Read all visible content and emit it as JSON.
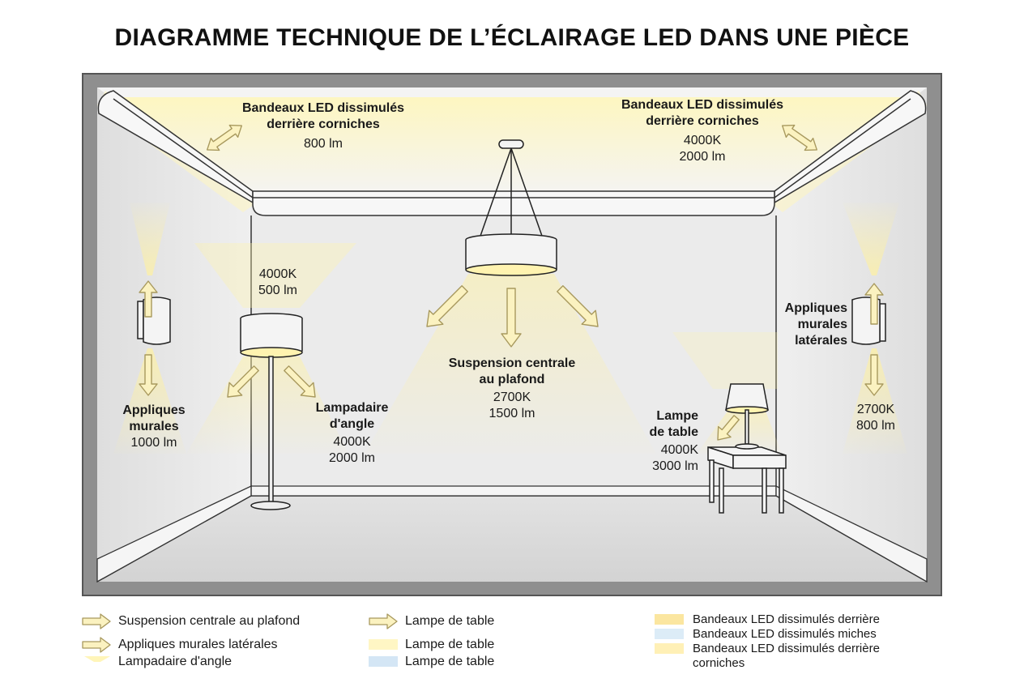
{
  "title": "DIAGRAMME TECHNIQUE DE L’ÉCLAIRAGE LED DANS UNE PIÈCE",
  "labels": {
    "cove_left": {
      "name_line1": "Bandeaux LED dissimulés",
      "name_line2": "derrière corniches",
      "lumens": "800 lm"
    },
    "cove_right": {
      "name_line1": "Bandeaux LED dissimulés",
      "name_line2": "derrière corniches",
      "cct": "4000K",
      "lumens": "2000 lm"
    },
    "pendant": {
      "name_line1": "Suspension centrale",
      "name_line2": "au plafond",
      "cct": "2700K",
      "lumens": "1500 lm"
    },
    "floor_lamp_top": {
      "cct": "4000K",
      "lumens": "500 lm"
    },
    "floor_lamp": {
      "name_line1": "Lampadaire",
      "name_line2": "d'angle",
      "cct": "4000K",
      "lumens": "2000 lm"
    },
    "sconce_left": {
      "name_line1": "Appliques",
      "name_line2": "murales",
      "lumens": "1000 lm"
    },
    "sconce_right": {
      "name_line1": "Appliques",
      "name_line2": "murales",
      "name_line3": "latérales"
    },
    "sconce_right_values": {
      "cct": "2700K",
      "lumens": "800 lm"
    },
    "table_lamp": {
      "name_line1": "Lampe",
      "name_line2": "de table",
      "cct": "4000K",
      "lumens": "3000 lm"
    }
  },
  "legend": {
    "col1": [
      {
        "icon": "arrow-icon",
        "text": "Suspension centrale au plafond"
      },
      {
        "icon": "arrow-icon",
        "text": "Appliques murales latérales"
      },
      {
        "icon": "beam-icon",
        "text": "Lampadaire d'angle"
      }
    ],
    "col2": [
      {
        "icon": "arrow-icon",
        "text": "Lampe de table"
      },
      {
        "icon": "warm-swatch",
        "text": "Lampe de table"
      },
      {
        "icon": "cool-swatch",
        "text": "Lampe de table"
      }
    ],
    "col3": [
      {
        "icon": "warm-swatch",
        "text": "Bandeaux LED dissimulés derrière"
      },
      {
        "icon": "cool-swatch",
        "text": "Bandeaux LED dissimulés miches"
      },
      {
        "icon": "warm-swatch",
        "text": "Bandeaux LED dissimulés derrière",
        "text2": "corniches"
      }
    ]
  },
  "colors": {
    "frame": "#8f8f8f",
    "wall": "#e9e9e9",
    "floor": "#dcdcdc",
    "glow": "#fff3a8",
    "arrow_fill": "#fbf2c0",
    "arrow_stroke": "#b4a56a",
    "cool": "#cfe3f3"
  }
}
